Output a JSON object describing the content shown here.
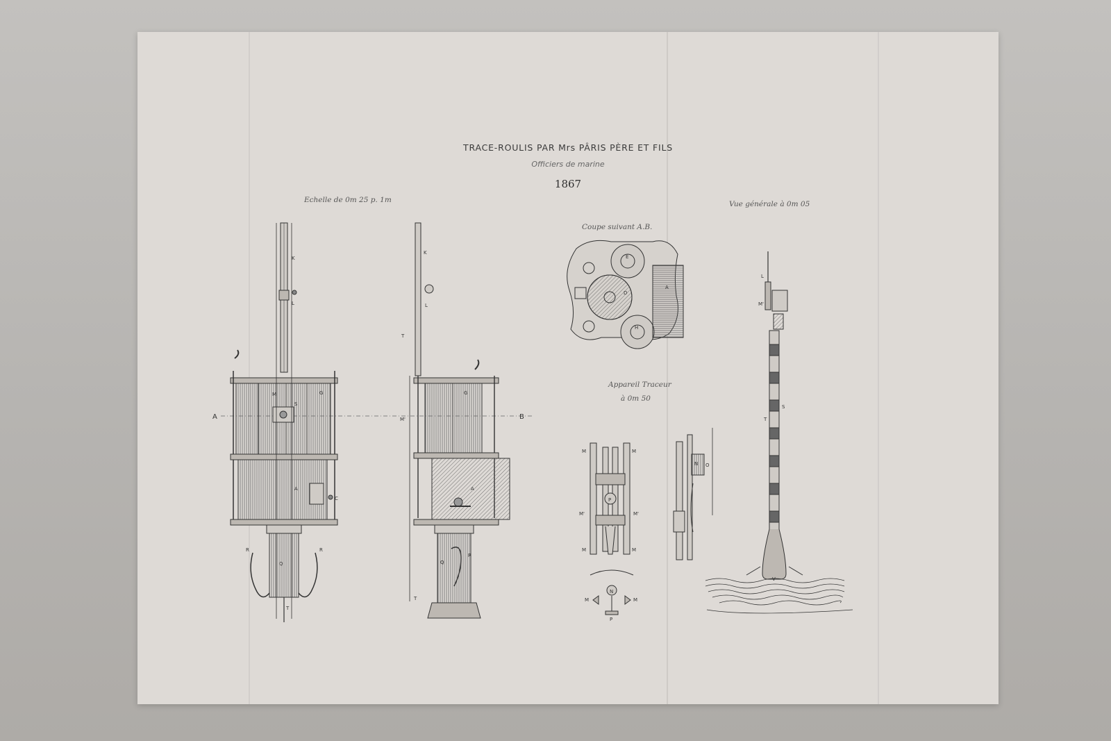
{
  "plate": {
    "title": "TRACE-ROULIS PAR Mrs PÂRIS PÈRE ET FILS",
    "subtitle": "Officiers de marine",
    "year": "1867"
  },
  "captions": {
    "scale": "Echelle de 0m 25 p. 1m",
    "section": "Coupe suivant A.B.",
    "tracer_line1": "Appareil Traceur",
    "tracer_line2": "à 0m 50",
    "general_view": "Vue générale à 0m 05"
  },
  "section_markers": {
    "a": "A",
    "b": "B"
  },
  "part_letters": {
    "k": "K",
    "l": "L",
    "t": "T",
    "m": "M",
    "m1": "M'",
    "s": "S",
    "g": "G",
    "a": "A",
    "c": "C",
    "q": "Q",
    "r": "R",
    "e": "E",
    "d": "D",
    "h": "H",
    "p": "P",
    "n": "N",
    "v": "V",
    "o": "O"
  },
  "colors": {
    "paper": "#dedad6",
    "ink": "#3a3a3a",
    "backdrop": "#b9b7b4"
  }
}
